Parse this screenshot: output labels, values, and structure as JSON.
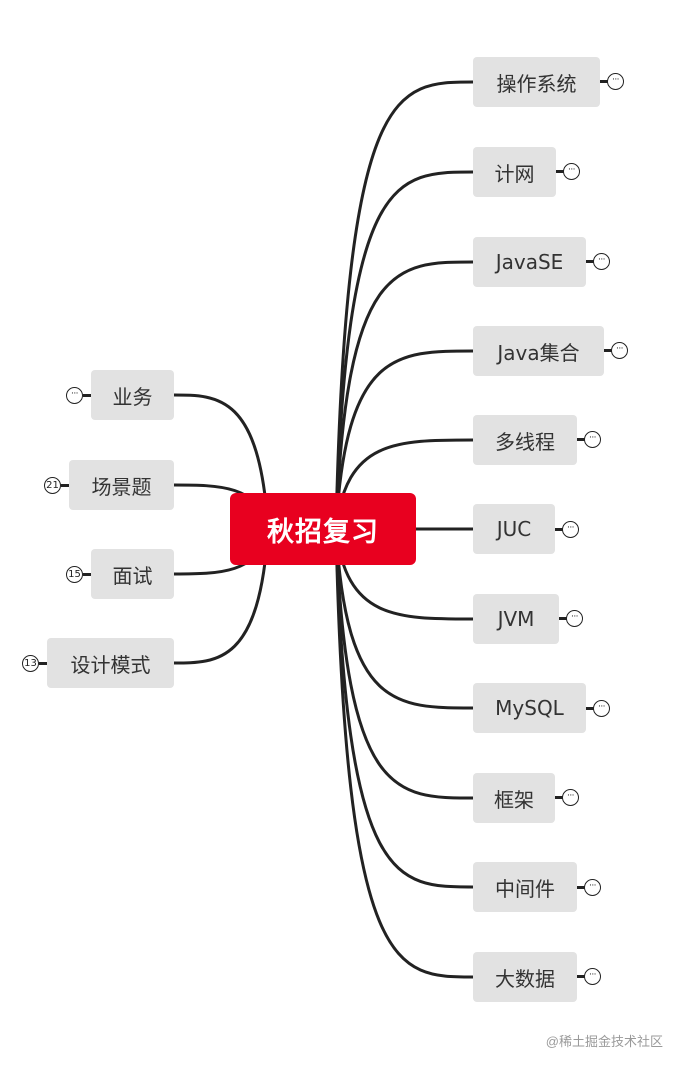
{
  "root": {
    "label": "秋招复习",
    "color": "#e8001f"
  },
  "right_topics": [
    {
      "label": "操作系统",
      "marker": "···"
    },
    {
      "label": "计网",
      "marker": "···"
    },
    {
      "label": "JavaSE",
      "marker": "···"
    },
    {
      "label": "Java集合",
      "marker": "···"
    },
    {
      "label": "多线程",
      "marker": "···"
    },
    {
      "label": "JUC",
      "marker": "···"
    },
    {
      "label": "JVM",
      "marker": "···"
    },
    {
      "label": "MySQL",
      "marker": "···"
    },
    {
      "label": "框架",
      "marker": "···"
    },
    {
      "label": "中间件",
      "marker": "···"
    },
    {
      "label": "大数据",
      "marker": "···"
    }
  ],
  "left_topics": [
    {
      "label": "业务",
      "marker": "···"
    },
    {
      "label": "场景题",
      "marker": "21"
    },
    {
      "label": "面试",
      "marker": "15"
    },
    {
      "label": "设计模式",
      "marker": "13"
    }
  ],
  "watermark": "@稀土掘金技术社区",
  "colors": {
    "topic_bg": "#e2e2e2",
    "edge": "#222222",
    "topic_text": "#333333"
  }
}
